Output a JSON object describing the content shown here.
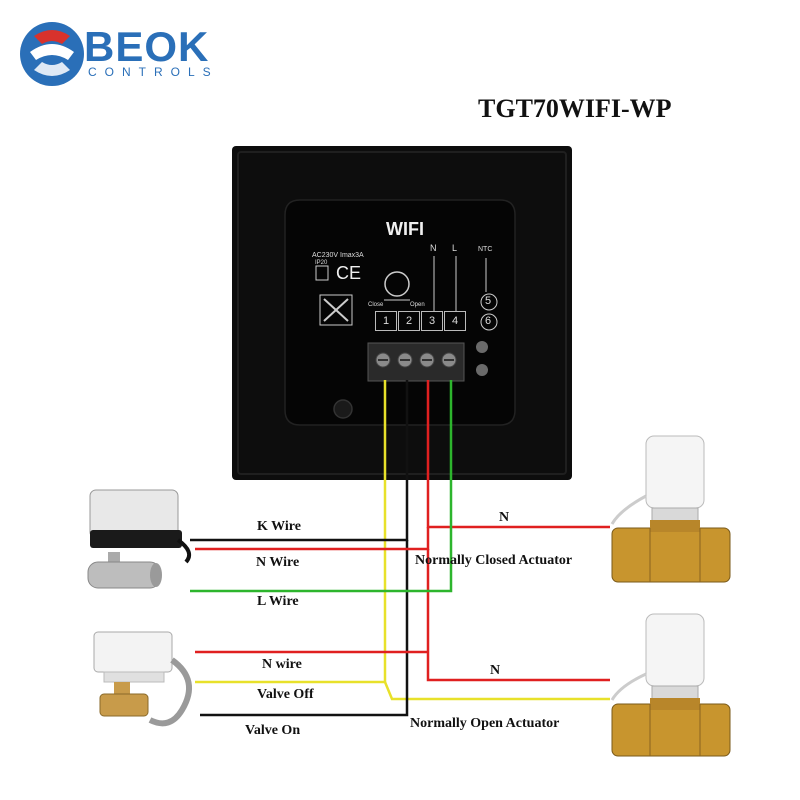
{
  "brand": {
    "name": "BEOK",
    "sub": "CONTROLS",
    "color": "#2a6fb8",
    "accent": "#d8322c"
  },
  "model": "TGT70WIFI-WP",
  "panel": {
    "wifi": "WIFI",
    "power": "AC230V",
    "current": "Imax3A",
    "ip": "IP20",
    "ce": "CE",
    "n": "N",
    "l": "L",
    "ntc": "NTC",
    "close": "Close",
    "open": "Open",
    "terminals": [
      "1",
      "2",
      "3",
      "4"
    ],
    "ntc_terminals": [
      "5",
      "6"
    ]
  },
  "wires": {
    "k": "K Wire",
    "n": "N Wire",
    "l": "L Wire",
    "n_lower": "N wire",
    "valve_off": "Valve Off",
    "valve_on": "Valve On",
    "n_right_top": "N",
    "n_right_bottom": "N"
  },
  "labels": {
    "nc_actuator": "Normally Closed Actuator",
    "no_actuator": "Normally Open Actuator"
  },
  "colors": {
    "yellow": "#e8e12a",
    "red": "#e02020",
    "green": "#2db52d",
    "black": "#111111"
  }
}
